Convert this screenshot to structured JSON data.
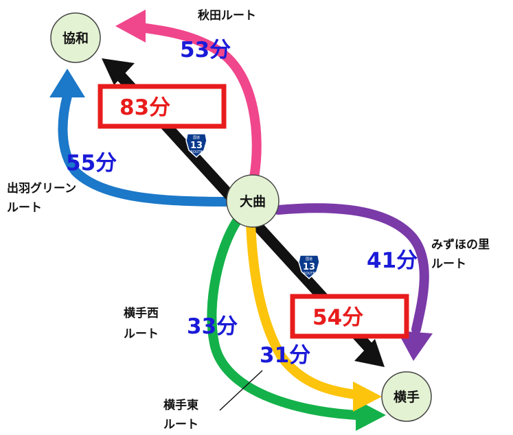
{
  "nodes": {
    "kyowa": "協和",
    "omagari": "大曲",
    "yokote": "横手"
  },
  "routes": {
    "akita": {
      "name": "秋田ルート",
      "time": "53分",
      "color": "#f0468c"
    },
    "dewa": {
      "name_line1": "出羽グリーン",
      "name_line2": "ルート",
      "time": "55分",
      "color": "#1c78c8"
    },
    "mizuho": {
      "name_line1": "みずほの里",
      "name_line2": "ルート",
      "time": "41分",
      "color": "#7a3aa8"
    },
    "yokote_west": {
      "name_line1": "横手西",
      "name_line2": "ルート",
      "time": "33分",
      "color": "#14b14a"
    },
    "yokote_east": {
      "name_line1": "横手東",
      "name_line2": "ルート",
      "time": "31分",
      "color": "#fcc40c"
    },
    "route13_north": {
      "time": "83分",
      "color": "#111111"
    },
    "route13_south": {
      "time": "54分",
      "color": "#111111"
    }
  },
  "shield": {
    "top": "国道",
    "number": "13",
    "bottom": "ROUTE",
    "color": "#0a3a8c"
  },
  "highlight_color": "#e81c1c"
}
